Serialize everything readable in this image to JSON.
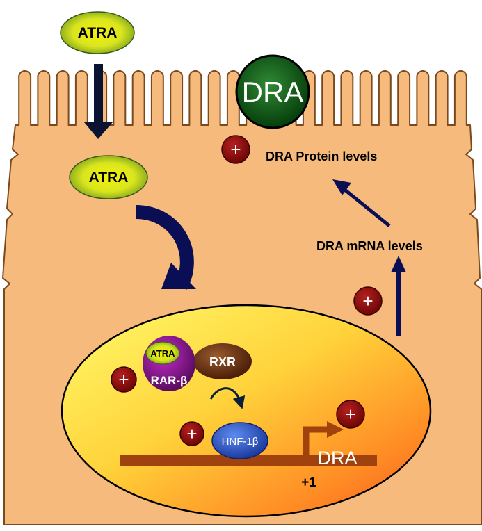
{
  "ligand": {
    "outside_label": "ATRA",
    "inside_label": "ATRA"
  },
  "transporter": {
    "label": "DRA"
  },
  "receptors": {
    "ligand_bound": "ATRA",
    "rar": "RAR-β",
    "rxr": "RXR",
    "tf": "HNF-1β"
  },
  "gene": {
    "name": "DRA",
    "tss": "+1"
  },
  "annotations": {
    "protein_levels": "DRA Protein levels",
    "mrna_levels": "DRA mRNA levels",
    "plus_symbol": "+"
  },
  "colors": {
    "cell_fill": "#F6BB7C",
    "cell_stroke": "#7A4A1E",
    "arrow_dark": "#0A0F55",
    "plus_fill": "#8B0A0A",
    "dra_green": "#0E5C14",
    "rxr_brown": "#6A3312",
    "hnf_blue": "#2A55C8",
    "gene_bar": "#A0420E"
  }
}
